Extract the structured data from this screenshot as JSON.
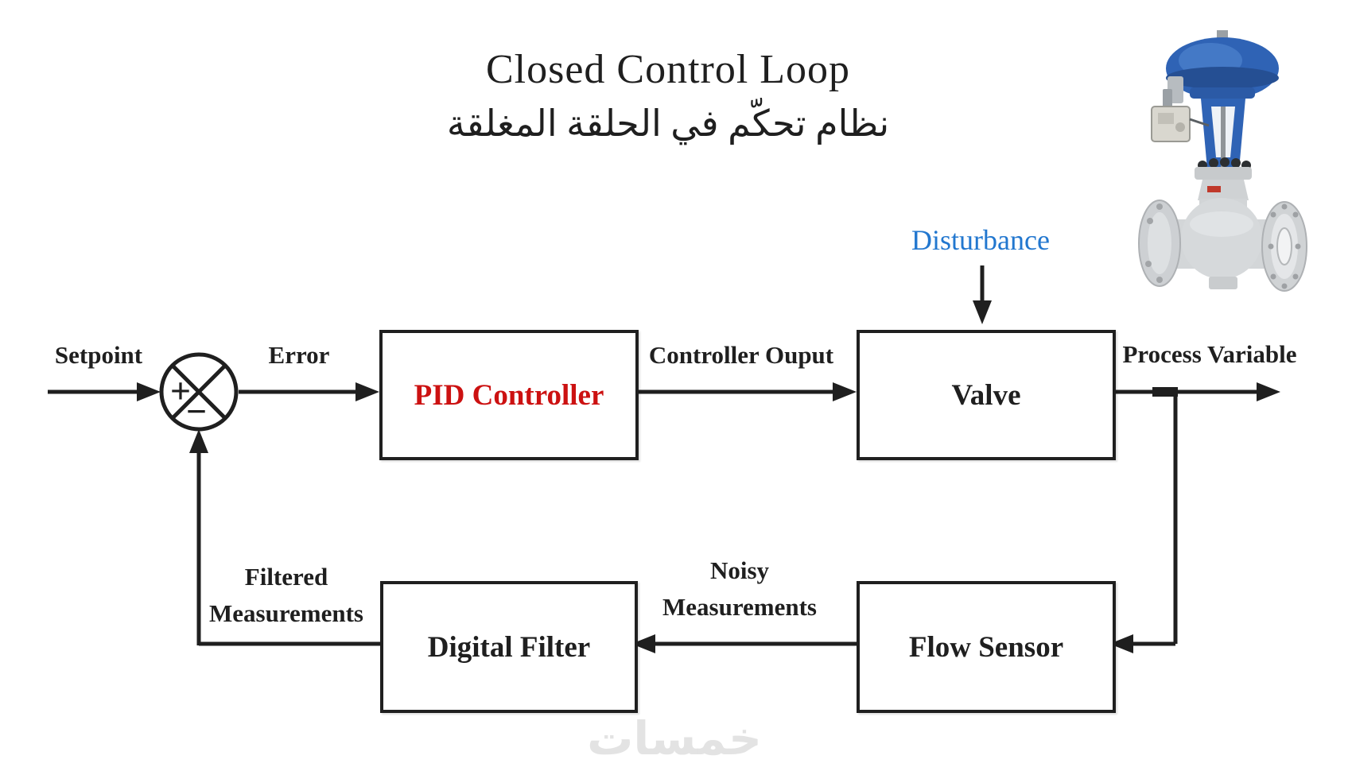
{
  "colors": {
    "line": "#1f1f1f",
    "pid_text_red": "#cc1111",
    "disturbance_blue": "#2277cf",
    "watermark_gray": "#e3e3e3",
    "valve_blue": "#2f63b5",
    "valve_body_gray": "#d3d6d8"
  },
  "header": {
    "title": "Closed Control Loop",
    "subtitle_arabic": "نظام تحكّم في الحلقة المغلقة"
  },
  "blocks": {
    "pid_controller": "PID Controller",
    "valve": "Valve",
    "flow_sensor": "Flow Sensor",
    "digital_filter": "Digital Filter"
  },
  "labels": {
    "setpoint": "Setpoint",
    "error": "Error",
    "controller_output": "Controller Ouput",
    "process_variable": "Process Variable",
    "disturbance": "Disturbance",
    "noisy_line1": "Noisy",
    "noisy_line2": "Measurements",
    "filtered_line1": "Filtered",
    "filtered_line2": "Measurements"
  },
  "summing_junction": {
    "plus_sign": "+",
    "minus_sign": "−"
  },
  "watermark_text": "خمسات",
  "illustration": {
    "name": "pneumatic-control-valve-photo"
  }
}
